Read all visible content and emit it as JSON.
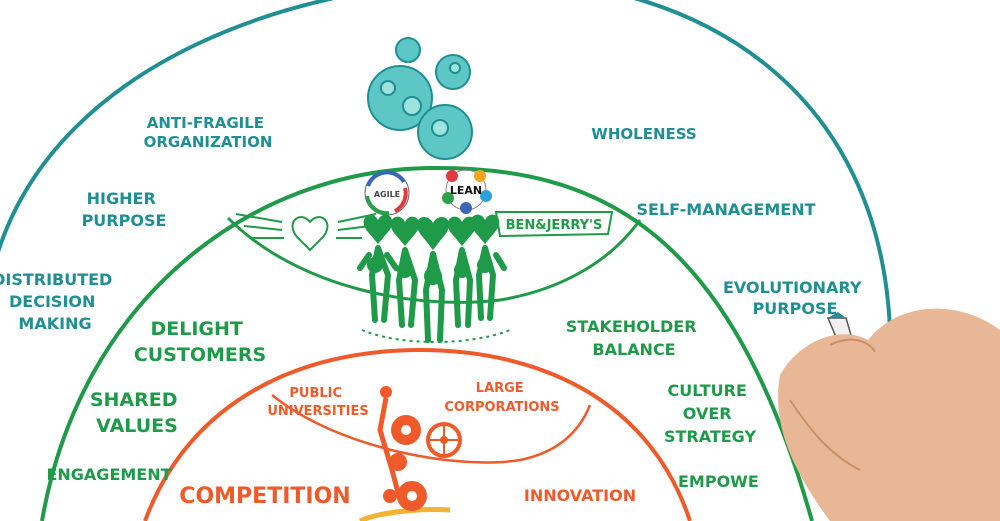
{
  "colors": {
    "teal": "#1f8f93",
    "green": "#1f9a48",
    "orange": "#ef5a2a",
    "yellow": "#f2b233",
    "skin": "#e8b896"
  },
  "outer_ring": {
    "labels": {
      "anti_fragile": [
        "ANTI-FRAGILE",
        "ORGANIZATION"
      ],
      "wholeness": [
        "WHOLENESS"
      ],
      "higher_purpose": [
        "HIGHER",
        "PURPOSE"
      ],
      "self_management": [
        "SELF-MANAGEMENT"
      ],
      "distributed": [
        "DISTRIBUTED",
        "DECISION",
        "MAKING"
      ],
      "evolutionary": [
        "EVOLUTIONARY",
        "PURPOSE"
      ]
    },
    "icon": "bubbles-icon"
  },
  "middle_ring": {
    "labels": {
      "delight": [
        "DELIGHT",
        "CUSTOMERS"
      ],
      "stakeholder": [
        "STAKEHOLDER",
        "BALANCE"
      ],
      "shared": [
        "SHARED",
        "VALUES"
      ],
      "culture": [
        "CULTURE",
        "OVER",
        "STRATEGY"
      ],
      "engagement": [
        "ENGAGEMENT"
      ],
      "empowerment": [
        "EMPOWE"
      ]
    },
    "logos": {
      "agile": "AGILE",
      "lean": "LEAN",
      "ben_jerrys": "BEN&JERRY'S"
    },
    "icon": "people-hearts-icon"
  },
  "inner_ring": {
    "labels": {
      "public": [
        "PUBLIC",
        "UNIVERSITIES"
      ],
      "large": [
        "LARGE",
        "CORPORATIONS"
      ],
      "competition": [
        "COMPETITION"
      ],
      "innovation": [
        "INNOVATION"
      ]
    },
    "icon": "gears-icon"
  }
}
